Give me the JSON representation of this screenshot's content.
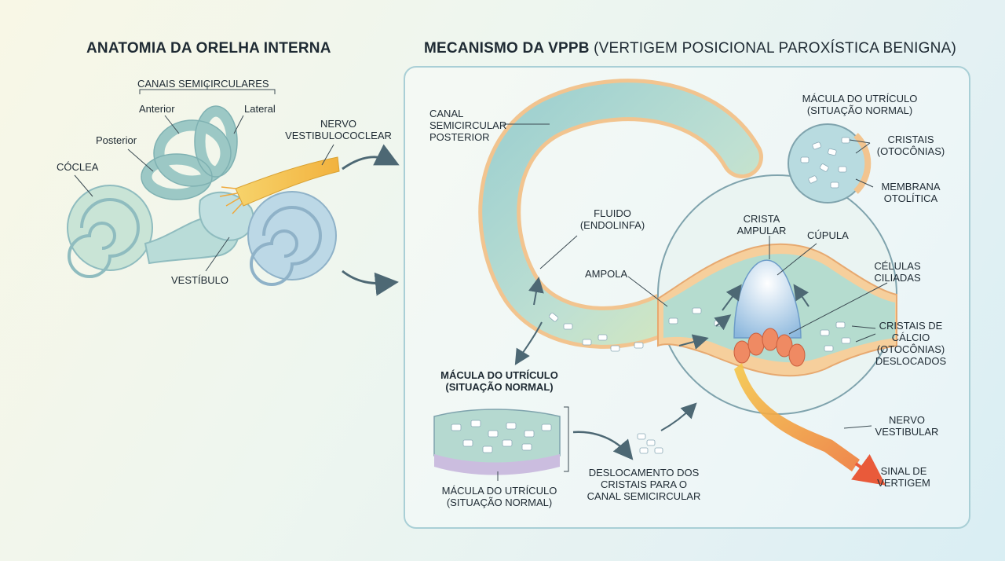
{
  "left": {
    "title": "ANATOMIA DA ORELHA INTERNA",
    "labels": {
      "canais": "CANAIS SEMICIRCULARES",
      "anterior": "Anterior",
      "lateral": "Lateral",
      "posterior": "Posterior",
      "coclea": "CÓCLEA",
      "nervo": "NERVO\nVESTIBULOCOCLEAR",
      "vestibulo": "VESTÍBULO"
    }
  },
  "right": {
    "title_bold": "MECANISMO DA VPPB",
    "title_rest": "(VERTIGEM POSICIONAL PAROXÍSTICA BENIGNA)",
    "labels": {
      "canal_posterior": "CANAL\nSEMICIRCULAR\nPOSTERIOR",
      "macula_top": "MÁCULA DO UTRÍCULO\n(SITUAÇÃO NORMAL)",
      "cristais_otoconias": "CRISTAIS\n(OTOCÔNIAS)",
      "membrana": "MEMBRANA\nOTOLÍTICA",
      "fluido": "FLUIDO\n(ENDOLINFA)",
      "crista_ampular": "CRISTA\nAMPULAR",
      "cupula": "CÚPULA",
      "ampola": "AMPOLA",
      "celulas": "CÉLULAS\nCILIADAS",
      "cristais_calcio": "CRISTAIS DE\nCÁLCIO\n(OTOCÔNIAS)\nDESLOCADOS",
      "macula_mid": "MÁCULA DO UTRÍCULO\n(SITUAÇÃO NORMAL)",
      "macula_bottom": "MÁCULA DO UTRÍCULO\n(SITUAÇÃO NORMAL)",
      "deslocamento": "DESLOCAMENTO DOS\nCRISTAIS PARA O\nCANAL SEMICIRCULAR",
      "nervo_vestibular": "NERVO\nVESTIBULAR",
      "sinal": "SINAL DE\nVERTIGEM"
    }
  },
  "colors": {
    "canal_fill": "#a9d6d3",
    "canal_outline": "#f2c48f",
    "nerve": "#f6c84a",
    "arrow": "#4d6874",
    "hair_cell": "#ef8a63",
    "signal": "#e95a3a"
  }
}
